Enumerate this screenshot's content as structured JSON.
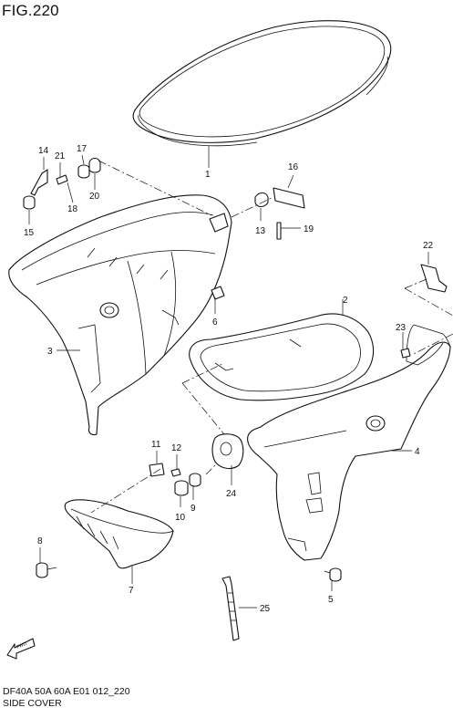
{
  "figure": {
    "title": "FIG.220",
    "footer_model": "DF40A 50A 60A E01 012_220",
    "footer_name": "SIDE COVER",
    "front_arrow_text": "FWD"
  },
  "callouts": [
    "1",
    "2",
    "3",
    "4",
    "5",
    "6",
    "7",
    "8",
    "9",
    "10",
    "11",
    "12",
    "13",
    "14",
    "15",
    "16",
    "17",
    "18",
    "19",
    "20",
    "21",
    "22",
    "23",
    "24",
    "25"
  ]
}
